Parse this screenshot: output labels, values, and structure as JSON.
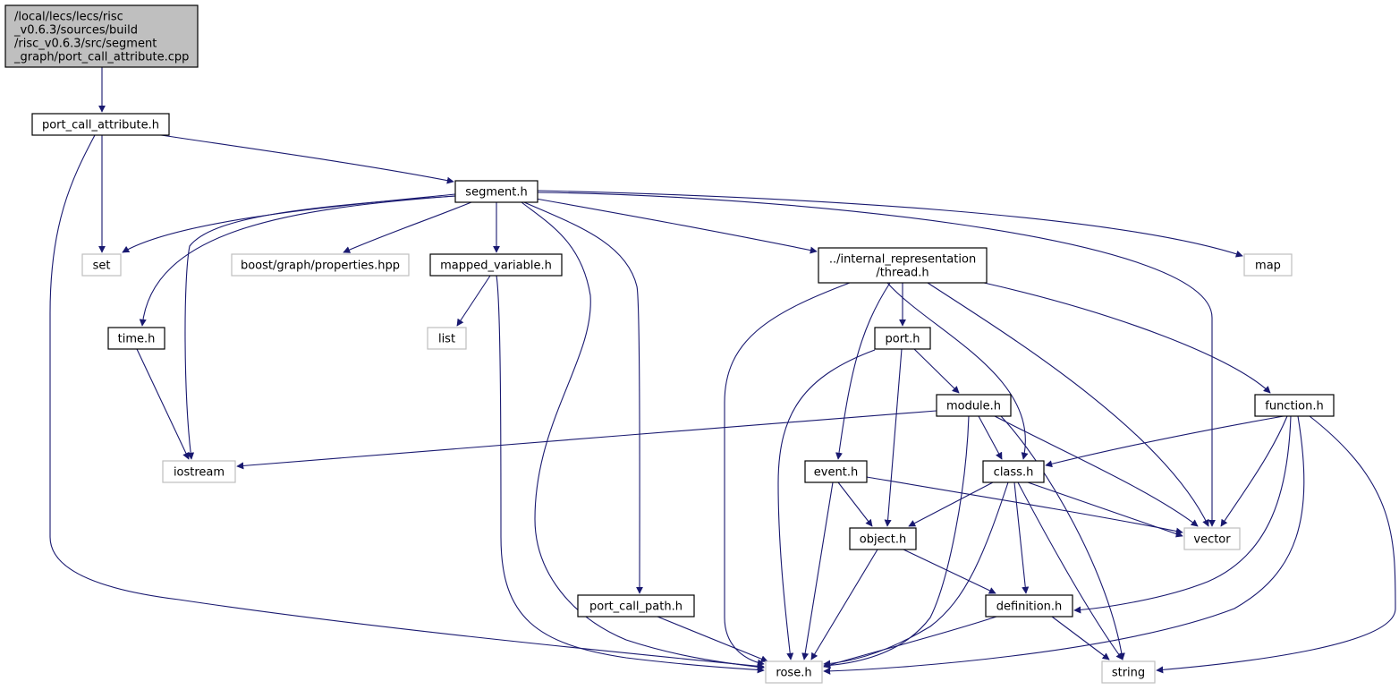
{
  "colors": {
    "edge": "#191970",
    "node_border": "#000000",
    "node_border_external": "#bfbfbf",
    "root_fill": "#bfbfbf",
    "node_fill": "#ffffff"
  },
  "nodes": {
    "root": {
      "lines": [
        "/local/lecs/lecs/risc",
        "_v0.6.3/sources/build",
        "/risc_v0.6.3/src/segment",
        "_graph/port_call_attribute.cpp"
      ],
      "kind": "root"
    },
    "port_call_attribute_h": {
      "lines": [
        "port_call_attribute.h"
      ],
      "kind": "internal"
    },
    "segment_h": {
      "lines": [
        "segment.h"
      ],
      "kind": "internal"
    },
    "set": {
      "lines": [
        "set"
      ],
      "kind": "external"
    },
    "boost_properties": {
      "lines": [
        "boost/graph/properties.hpp"
      ],
      "kind": "external"
    },
    "mapped_variable_h": {
      "lines": [
        "mapped_variable.h"
      ],
      "kind": "internal"
    },
    "thread_h": {
      "lines": [
        "../internal_representation",
        "/thread.h"
      ],
      "kind": "internal"
    },
    "map": {
      "lines": [
        "map"
      ],
      "kind": "external"
    },
    "time_h": {
      "lines": [
        "time.h"
      ],
      "kind": "internal"
    },
    "list": {
      "lines": [
        "list"
      ],
      "kind": "external"
    },
    "port_h": {
      "lines": [
        "port.h"
      ],
      "kind": "internal"
    },
    "module_h": {
      "lines": [
        "module.h"
      ],
      "kind": "internal"
    },
    "function_h": {
      "lines": [
        "function.h"
      ],
      "kind": "internal"
    },
    "iostream": {
      "lines": [
        "iostream"
      ],
      "kind": "external"
    },
    "event_h": {
      "lines": [
        "event.h"
      ],
      "kind": "internal"
    },
    "class_h": {
      "lines": [
        "class.h"
      ],
      "kind": "internal"
    },
    "object_h": {
      "lines": [
        "object.h"
      ],
      "kind": "internal"
    },
    "vector": {
      "lines": [
        "vector"
      ],
      "kind": "external"
    },
    "port_call_path_h": {
      "lines": [
        "port_call_path.h"
      ],
      "kind": "internal"
    },
    "definition_h": {
      "lines": [
        "definition.h"
      ],
      "kind": "internal"
    },
    "rose_h": {
      "lines": [
        "rose.h"
      ],
      "kind": "external"
    },
    "string": {
      "lines": [
        "string"
      ],
      "kind": "external"
    }
  },
  "edges": [
    [
      "root",
      "port_call_attribute_h"
    ],
    [
      "port_call_attribute_h",
      "segment_h"
    ],
    [
      "port_call_attribute_h",
      "set"
    ],
    [
      "port_call_attribute_h",
      "rose_h"
    ],
    [
      "segment_h",
      "set"
    ],
    [
      "segment_h",
      "boost_properties"
    ],
    [
      "segment_h",
      "mapped_variable_h"
    ],
    [
      "segment_h",
      "thread_h"
    ],
    [
      "segment_h",
      "map"
    ],
    [
      "segment_h",
      "time_h"
    ],
    [
      "segment_h",
      "iostream"
    ],
    [
      "segment_h",
      "vector"
    ],
    [
      "segment_h",
      "rose_h"
    ],
    [
      "segment_h",
      "port_call_path_h"
    ],
    [
      "mapped_variable_h",
      "list"
    ],
    [
      "mapped_variable_h",
      "rose_h"
    ],
    [
      "time_h",
      "iostream"
    ],
    [
      "thread_h",
      "port_h"
    ],
    [
      "thread_h",
      "function_h"
    ],
    [
      "thread_h",
      "event_h"
    ],
    [
      "thread_h",
      "class_h"
    ],
    [
      "thread_h",
      "vector"
    ],
    [
      "thread_h",
      "rose_h"
    ],
    [
      "port_h",
      "module_h"
    ],
    [
      "port_h",
      "object_h"
    ],
    [
      "port_h",
      "rose_h"
    ],
    [
      "module_h",
      "iostream"
    ],
    [
      "module_h",
      "class_h"
    ],
    [
      "module_h",
      "vector"
    ],
    [
      "module_h",
      "string"
    ],
    [
      "module_h",
      "rose_h"
    ],
    [
      "function_h",
      "class_h"
    ],
    [
      "function_h",
      "vector"
    ],
    [
      "function_h",
      "definition_h"
    ],
    [
      "function_h",
      "rose_h"
    ],
    [
      "function_h",
      "string"
    ],
    [
      "event_h",
      "object_h"
    ],
    [
      "event_h",
      "vector"
    ],
    [
      "event_h",
      "rose_h"
    ],
    [
      "class_h",
      "object_h"
    ],
    [
      "class_h",
      "vector"
    ],
    [
      "class_h",
      "definition_h"
    ],
    [
      "class_h",
      "string"
    ],
    [
      "class_h",
      "rose_h"
    ],
    [
      "object_h",
      "definition_h"
    ],
    [
      "object_h",
      "rose_h"
    ],
    [
      "port_call_path_h",
      "rose_h"
    ],
    [
      "definition_h",
      "rose_h"
    ],
    [
      "definition_h",
      "string"
    ]
  ]
}
